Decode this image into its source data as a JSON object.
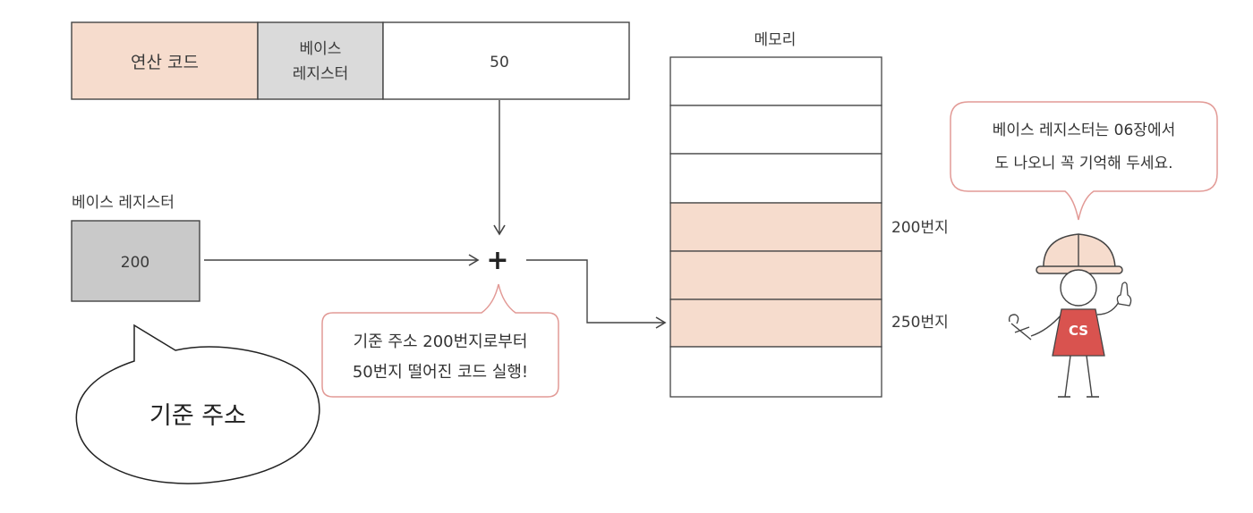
{
  "instruction": {
    "opcode_label": "연산 코드",
    "register_label_line1": "베이스",
    "register_label_line2": "레지스터",
    "operand_value": "50"
  },
  "base_register": {
    "title": "베이스 레지스터",
    "value": "200"
  },
  "adder_symbol": "+",
  "callout_text": {
    "line1": "기준 주소 200번지로부터",
    "line2": "50번지 떨어진 코드 실행!"
  },
  "speech_bubble": "기준 주소",
  "memory": {
    "title": "메모리",
    "addresses": [
      "200번지",
      "250번지"
    ]
  },
  "character": {
    "bubble_line1": "베이스 레지스터는 06장에서",
    "bubble_line2": "도 나오니 꼭 기억해 두세요.",
    "shirt_text": "CS"
  },
  "colors": {
    "peach": "#f6dccd",
    "gray": "#dadada",
    "dark_gray": "#c9c9c9",
    "red": "#d9534f",
    "callout_border": "#e29a96",
    "line": "#444444"
  }
}
